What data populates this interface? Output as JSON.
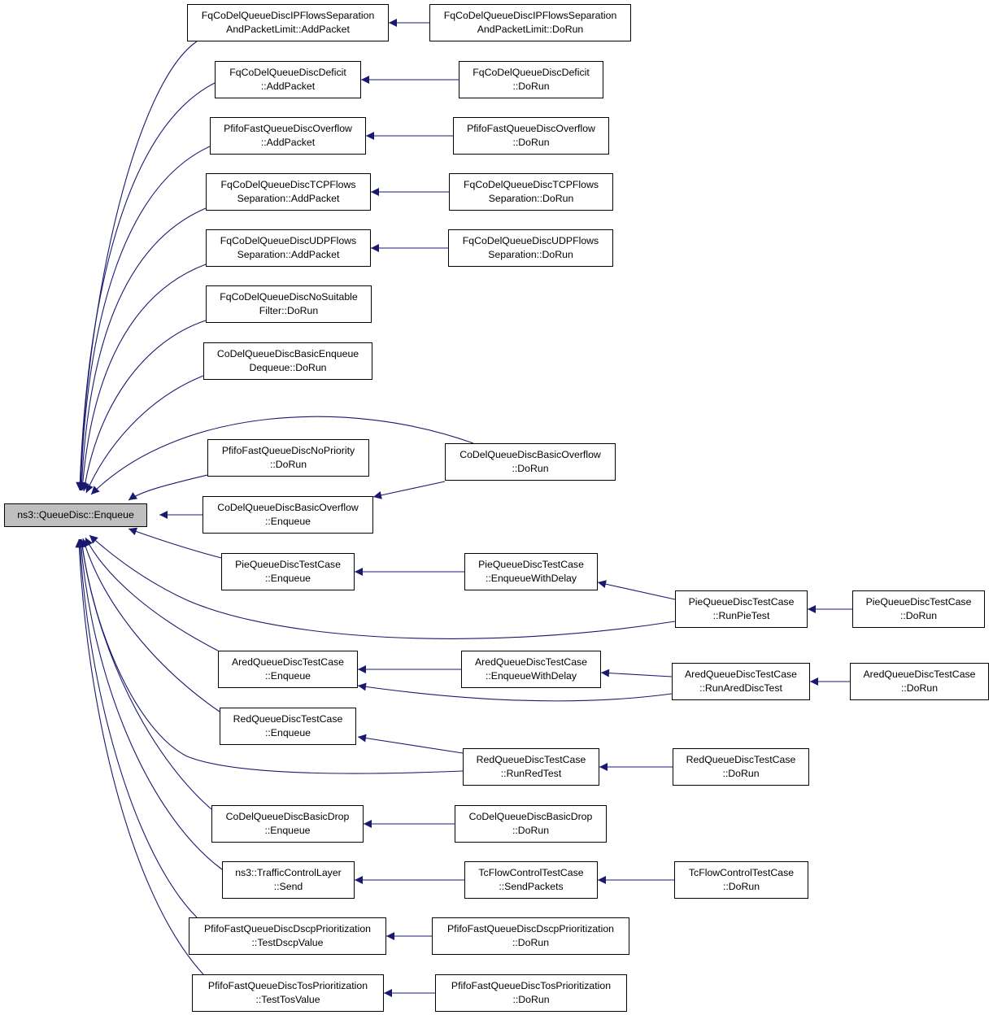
{
  "root": {
    "id": "n0",
    "lines": [
      "ns3::QueueDisc::Enqueue"
    ]
  },
  "nodes": [
    {
      "id": "n1",
      "lines": [
        "FqCoDelQueueDiscIPFlowsSeparation",
        "AndPacketLimit::AddPacket"
      ]
    },
    {
      "id": "n2",
      "lines": [
        "FqCoDelQueueDiscIPFlowsSeparation",
        "AndPacketLimit::DoRun"
      ]
    },
    {
      "id": "n3",
      "lines": [
        "FqCoDelQueueDiscDeficit",
        "::AddPacket"
      ]
    },
    {
      "id": "n4",
      "lines": [
        "FqCoDelQueueDiscDeficit",
        "::DoRun"
      ]
    },
    {
      "id": "n5",
      "lines": [
        "PfifoFastQueueDiscOverflow",
        "::AddPacket"
      ]
    },
    {
      "id": "n6",
      "lines": [
        "PfifoFastQueueDiscOverflow",
        "::DoRun"
      ]
    },
    {
      "id": "n7",
      "lines": [
        "FqCoDelQueueDiscTCPFlows",
        "Separation::AddPacket"
      ]
    },
    {
      "id": "n8",
      "lines": [
        "FqCoDelQueueDiscTCPFlows",
        "Separation::DoRun"
      ]
    },
    {
      "id": "n9",
      "lines": [
        "FqCoDelQueueDiscUDPFlows",
        "Separation::AddPacket"
      ]
    },
    {
      "id": "n10",
      "lines": [
        "FqCoDelQueueDiscUDPFlows",
        "Separation::DoRun"
      ]
    },
    {
      "id": "n11",
      "lines": [
        "FqCoDelQueueDiscNoSuitable",
        "Filter::DoRun"
      ]
    },
    {
      "id": "n12",
      "lines": [
        "CoDelQueueDiscBasicEnqueue",
        "Dequeue::DoRun"
      ]
    },
    {
      "id": "n13",
      "lines": [
        "CoDelQueueDiscBasicOverflow",
        "::DoRun"
      ]
    },
    {
      "id": "n14",
      "lines": [
        "PfifoFastQueueDiscNoPriority",
        "::DoRun"
      ]
    },
    {
      "id": "n15",
      "lines": [
        "CoDelQueueDiscBasicOverflow",
        "::Enqueue"
      ]
    },
    {
      "id": "n16",
      "lines": [
        "PieQueueDiscTestCase",
        "::Enqueue"
      ]
    },
    {
      "id": "n17",
      "lines": [
        "PieQueueDiscTestCase",
        "::EnqueueWithDelay"
      ]
    },
    {
      "id": "n18",
      "lines": [
        "PieQueueDiscTestCase",
        "::RunPieTest"
      ]
    },
    {
      "id": "n19",
      "lines": [
        "PieQueueDiscTestCase",
        "::DoRun"
      ]
    },
    {
      "id": "n20",
      "lines": [
        "AredQueueDiscTestCase",
        "::Enqueue"
      ]
    },
    {
      "id": "n21",
      "lines": [
        "AredQueueDiscTestCase",
        "::EnqueueWithDelay"
      ]
    },
    {
      "id": "n22",
      "lines": [
        "AredQueueDiscTestCase",
        "::RunAredDiscTest"
      ]
    },
    {
      "id": "n23",
      "lines": [
        "AredQueueDiscTestCase",
        "::DoRun"
      ]
    },
    {
      "id": "n24",
      "lines": [
        "RedQueueDiscTestCase",
        "::Enqueue"
      ]
    },
    {
      "id": "n25",
      "lines": [
        "RedQueueDiscTestCase",
        "::RunRedTest"
      ]
    },
    {
      "id": "n26",
      "lines": [
        "RedQueueDiscTestCase",
        "::DoRun"
      ]
    },
    {
      "id": "n27",
      "lines": [
        "CoDelQueueDiscBasicDrop",
        "::Enqueue"
      ]
    },
    {
      "id": "n28",
      "lines": [
        "CoDelQueueDiscBasicDrop",
        "::DoRun"
      ]
    },
    {
      "id": "n29",
      "lines": [
        "ns3::TrafficControlLayer",
        "::Send"
      ]
    },
    {
      "id": "n30",
      "lines": [
        "TcFlowControlTestCase",
        "::SendPackets"
      ]
    },
    {
      "id": "n31",
      "lines": [
        "TcFlowControlTestCase",
        "::DoRun"
      ]
    },
    {
      "id": "n32",
      "lines": [
        "PfifoFastQueueDiscDscpPrioritization",
        "::TestDscpValue"
      ]
    },
    {
      "id": "n33",
      "lines": [
        "PfifoFastQueueDiscDscpPrioritization",
        "::DoRun"
      ]
    },
    {
      "id": "n34",
      "lines": [
        "PfifoFastQueueDiscTosPrioritization",
        "::TestTosValue"
      ]
    },
    {
      "id": "n35",
      "lines": [
        "PfifoFastQueueDiscTosPrioritization",
        "::DoRun"
      ]
    }
  ],
  "edges": [
    [
      "n1",
      "n0"
    ],
    [
      "n2",
      "n1"
    ],
    [
      "n3",
      "n0"
    ],
    [
      "n4",
      "n3"
    ],
    [
      "n5",
      "n0"
    ],
    [
      "n6",
      "n5"
    ],
    [
      "n7",
      "n0"
    ],
    [
      "n8",
      "n7"
    ],
    [
      "n9",
      "n0"
    ],
    [
      "n10",
      "n9"
    ],
    [
      "n11",
      "n0"
    ],
    [
      "n12",
      "n0"
    ],
    [
      "n13",
      "n0"
    ],
    [
      "n13",
      "n15"
    ],
    [
      "n14",
      "n0"
    ],
    [
      "n15",
      "n0"
    ],
    [
      "n16",
      "n0"
    ],
    [
      "n17",
      "n16"
    ],
    [
      "n18",
      "n17"
    ],
    [
      "n18",
      "n0"
    ],
    [
      "n19",
      "n18"
    ],
    [
      "n20",
      "n0"
    ],
    [
      "n21",
      "n20"
    ],
    [
      "n22",
      "n21"
    ],
    [
      "n22",
      "n20"
    ],
    [
      "n23",
      "n22"
    ],
    [
      "n24",
      "n0"
    ],
    [
      "n25",
      "n24"
    ],
    [
      "n25",
      "n0"
    ],
    [
      "n26",
      "n25"
    ],
    [
      "n27",
      "n0"
    ],
    [
      "n28",
      "n27"
    ],
    [
      "n29",
      "n0"
    ],
    [
      "n30",
      "n29"
    ],
    [
      "n31",
      "n30"
    ],
    [
      "n32",
      "n0"
    ],
    [
      "n33",
      "n32"
    ],
    [
      "n34",
      "n0"
    ],
    [
      "n35",
      "n34"
    ]
  ],
  "colors": {
    "edge": "#191970",
    "root_fill": "#bfbfbf",
    "node_fill": "#ffffff",
    "border": "#000000"
  }
}
